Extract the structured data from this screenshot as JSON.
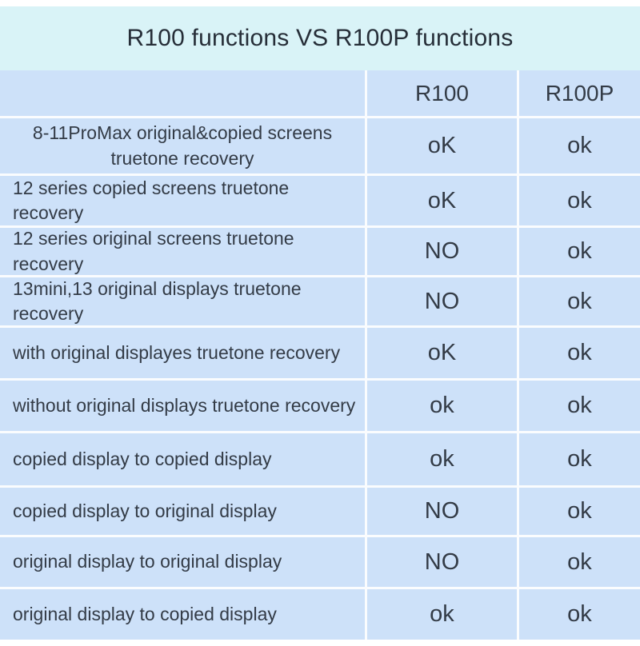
{
  "title": "R100 functions VS R100P functions",
  "colors": {
    "title_bar_bg": "#d9f3f7",
    "table_cell_bg": "#cde1f9",
    "grid_line": "#fafcfe",
    "text": "#333b46"
  },
  "chart_data": {
    "type": "table",
    "title": "R100 functions VS R100P functions",
    "columns": [
      "",
      "R100",
      "R100P"
    ],
    "rows": [
      [
        "8-11ProMax original&copied screens truetone recovery",
        "oK",
        "ok"
      ],
      [
        "12 series copied screens truetone recovery",
        "oK",
        "ok"
      ],
      [
        "12 series original screens truetone recovery",
        "NO",
        "ok"
      ],
      [
        "13mini,13 original displays truetone recovery",
        "NO",
        "ok"
      ],
      [
        "with original displayes truetone recovery",
        "oK",
        "ok"
      ],
      [
        "without original displays truetone recovery",
        "ok",
        "ok"
      ],
      [
        "copied display to copied display",
        "ok",
        "ok"
      ],
      [
        "copied display to original display",
        "NO",
        "ok"
      ],
      [
        "original display to original display",
        "NO",
        "ok"
      ],
      [
        "original display to copied display",
        "ok",
        "ok"
      ]
    ]
  }
}
